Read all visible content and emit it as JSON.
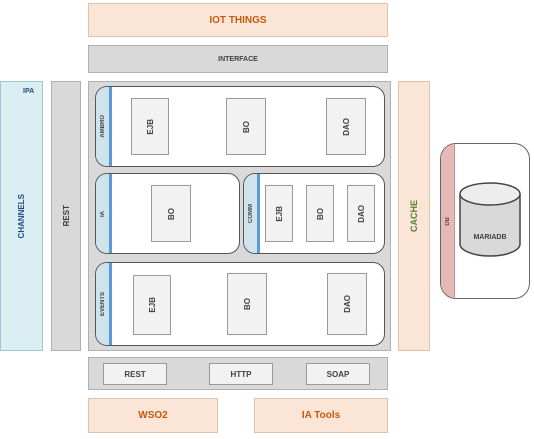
{
  "top": {
    "iot_things": "IOT THINGS",
    "interface": "INTERFACE"
  },
  "left": {
    "ipa": "IPA",
    "channels": "CHANNELS",
    "rest": "REST"
  },
  "ambro": {
    "label": "AMBRO",
    "boxes": [
      "EJB",
      "BO",
      "DAO"
    ]
  },
  "ia": {
    "label": "IA",
    "bo": "BO"
  },
  "comm": {
    "label": "COMM",
    "boxes": [
      "EJB",
      "BO",
      "DAO"
    ]
  },
  "events": {
    "label": "EVENTS",
    "boxes": [
      "EJB",
      "BO",
      "DAO"
    ]
  },
  "protocols": [
    "REST",
    "HTTP",
    "SOAP"
  ],
  "bottom": {
    "wso2": "WSO2",
    "ia_tools": "IA Tools"
  },
  "cache": "CACHE",
  "db": {
    "label": "DB",
    "mariadb": "MARIADB"
  }
}
